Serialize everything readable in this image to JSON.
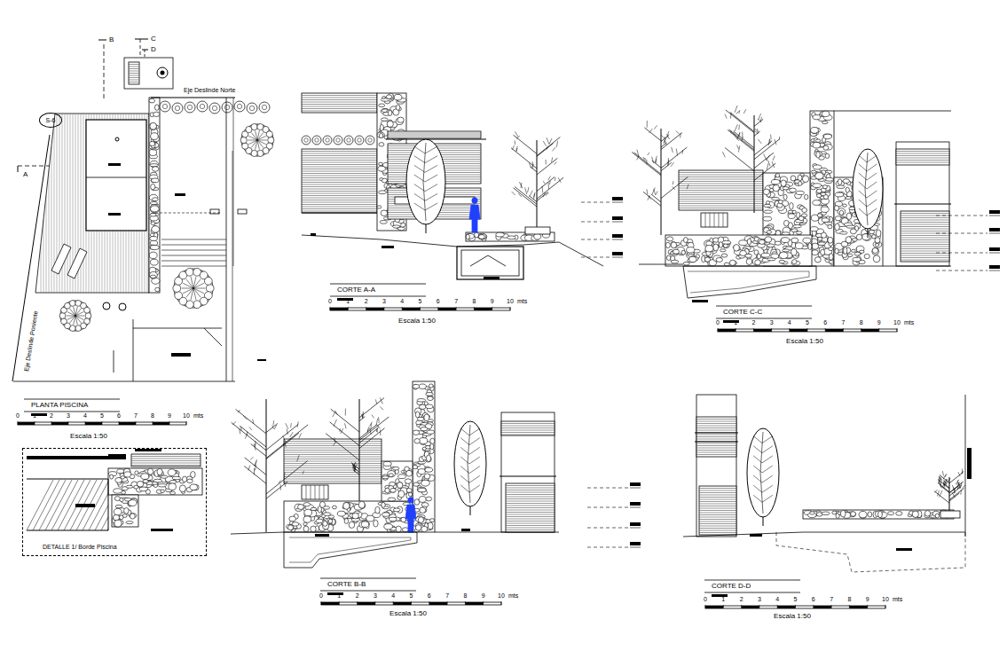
{
  "diagram": {
    "nodes": [
      {
        "text": [
          "DETALLE 1/ Borde Piscina"
        ]
      },
      {
        "text": [
          "S-6"
        ]
      }
    ],
    "labels": [
      "B",
      "C",
      "D",
      "A",
      "Eje Deslinde Norte",
      "Eje Deslinde Poniente",
      "PLANTA PISCINA",
      "0",
      "1",
      "2",
      "3",
      "4",
      "5",
      "6",
      "7",
      "8",
      "9",
      "10",
      "mts",
      "Escala 1:50",
      "CORTE A-A",
      "0",
      "1",
      "2",
      "3",
      "4",
      "5",
      "6",
      "7",
      "8",
      "9",
      "10",
      "mts",
      "Escala 1:50",
      "CORTE C-C",
      "0",
      "1",
      "2",
      "3",
      "4",
      "5",
      "6",
      "7",
      "8",
      "9",
      "10",
      "mts",
      "Escala 1:50",
      "CORTE B-B",
      "0",
      "1",
      "2",
      "3",
      "4",
      "5",
      "6",
      "7",
      "8",
      "9",
      "10",
      "mts",
      "Escala 1:50",
      "CORTE D-D",
      "0",
      "1",
      "2",
      "3",
      "4",
      "5",
      "6",
      "7",
      "8",
      "9",
      "10",
      "mts",
      "Escala 1:50"
    ]
  }
}
